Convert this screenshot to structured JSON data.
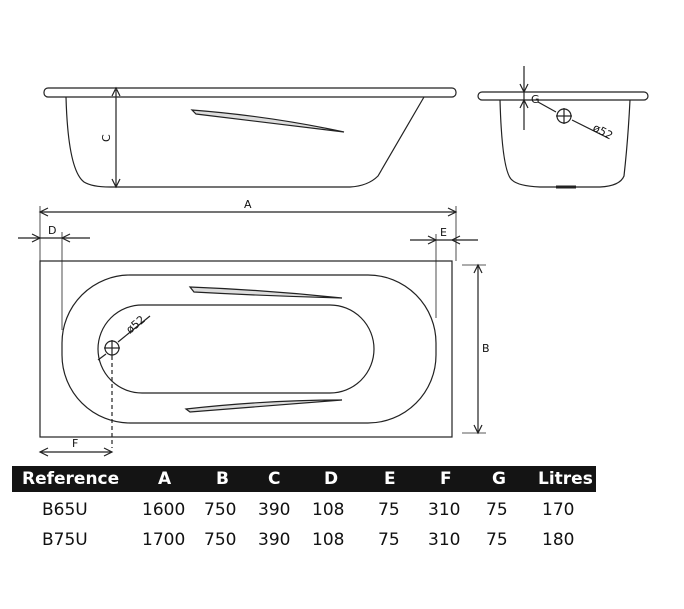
{
  "labels": {
    "dim_c": "C",
    "dim_g": "G",
    "dim_a": "A",
    "dim_d": "D",
    "dim_e": "E",
    "dim_b": "B",
    "dim_f": "F",
    "waste_side": "ø52",
    "waste_top": "ø52"
  },
  "table": {
    "headers": [
      "Reference",
      "A",
      "B",
      "C",
      "D",
      "E",
      "F",
      "G",
      "Litres"
    ],
    "rows": [
      [
        "B65U",
        "1600",
        "750",
        "390",
        "108",
        "75",
        "310",
        "75",
        "170"
      ],
      [
        "B75U",
        "1700",
        "750",
        "390",
        "108",
        "75",
        "310",
        "75",
        "180"
      ]
    ]
  }
}
